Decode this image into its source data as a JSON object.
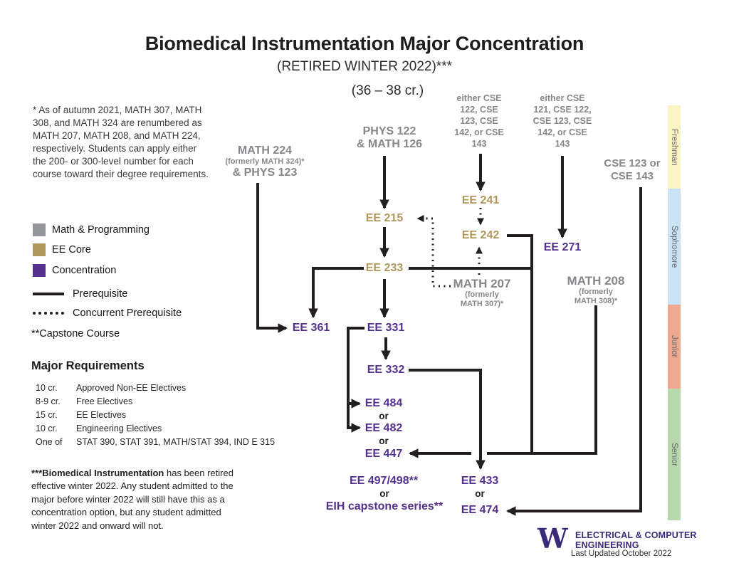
{
  "header": {
    "title": "Biomedical Instrumentation Major Concentration",
    "subtitle": "(RETIRED WINTER 2022)***",
    "credits": "(36 – 38 cr.)"
  },
  "notes": {
    "renumber": "* As of autumn 2021, MATH 307, MATH 308, and MATH 324 are renumbered as MATH 207, MATH 208, and MATH 224, respectively. Students can apply either the 200- or 300-level number for each course toward their degree requirements.",
    "capstone": "**Capstone Course",
    "retired_bold": "***Biomedical Instrumentation",
    "retired_rest": " has been retired effective winter 2022. Any student admitted to the major before winter 2022 will still have this as a concentration option, but any student admitted winter 2022 and onward will not."
  },
  "legend": {
    "math_programming": "Math & Programming",
    "ee_core": "EE Core",
    "concentration": "Concentration",
    "prerequisite": "Prerequisite",
    "concurrent": "Concurrent Prerequisite"
  },
  "requirements": {
    "heading": "Major Requirements",
    "rows": [
      {
        "cr": "10 cr.",
        "desc": "Approved Non-EE Electives"
      },
      {
        "cr": "8-9 cr.",
        "desc": "Free Electives"
      },
      {
        "cr": "15 cr.",
        "desc": "EE Electives"
      },
      {
        "cr": "10 cr.",
        "desc": "Engineering Electives"
      },
      {
        "cr": "One of",
        "desc": "STAT 390, STAT 391, MATH/STAT 394, IND E 315"
      }
    ]
  },
  "flow": {
    "math224": {
      "l1": "MATH 224",
      "l2": "(formerly MATH 324)*",
      "l3": "& PHYS 123"
    },
    "phys122": {
      "l1": "PHYS 122",
      "l2": "& MATH 126"
    },
    "cse_group1": {
      "l1": "either CSE",
      "l2": "122, CSE",
      "l3": "123, CSE",
      "l4": "142, or CSE",
      "l5": "143"
    },
    "cse_group2": {
      "l1": "either CSE",
      "l2": "121, CSE 122,",
      "l3": "CSE 123, CSE",
      "l4": "142, or CSE",
      "l5": "143"
    },
    "cse_group3": {
      "l1": "CSE 123 or",
      "l2": "CSE 143"
    },
    "math207": {
      "l1": "MATH 207",
      "l2": "(formerly",
      "l3": "MATH 307)*"
    },
    "math208": {
      "l1": "MATH 208",
      "l2": "(formerly",
      "l3": "MATH 308)*"
    },
    "ee215": "EE 215",
    "ee241": "EE 241",
    "ee242": "EE 242",
    "ee233": "EE 233",
    "ee271": "EE 271",
    "ee361": "EE 361",
    "ee331": "EE 331",
    "ee332": "EE 332",
    "ee484": "EE 484",
    "ee482": "EE 482",
    "ee447": "EE 447",
    "ee497": "EE 497/498**",
    "eih": "EIH capstone series**",
    "ee433": "EE 433",
    "ee474": "EE 474",
    "or": "or"
  },
  "year_bands": [
    {
      "label": "Freshman",
      "color": "#fbf3c3"
    },
    {
      "label": "Sophomore",
      "color": "#c9e2f4"
    },
    {
      "label": "Junior",
      "color": "#efa78f"
    },
    {
      "label": "Senior",
      "color": "#b7d8ac"
    }
  ],
  "colors": {
    "math_programming": "#939598",
    "ee_core": "#b0975c",
    "concentration": "#54308f",
    "line": "#231f20"
  },
  "footer": {
    "logo": "W",
    "org1": "ELECTRICAL & COMPUTER",
    "org2": "ENGINEERING",
    "updated": "Last Updated October 2022"
  }
}
